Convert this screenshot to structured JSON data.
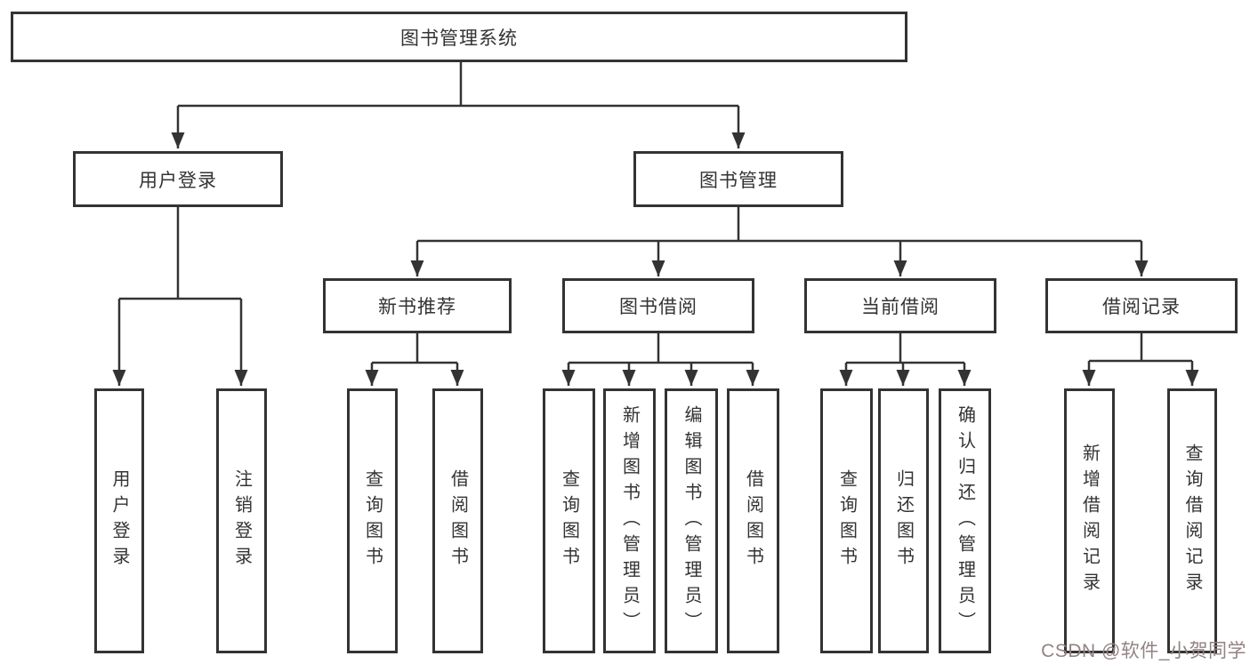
{
  "tree": {
    "root": {
      "label": "图书管理系统"
    },
    "branches": [
      {
        "label": "用户登录",
        "children": [
          {
            "label": "用户登录"
          },
          {
            "label": "注销登录"
          }
        ]
      },
      {
        "label": "图书管理",
        "children": [
          {
            "label": "新书推荐",
            "children": [
              {
                "label": "查询图书"
              },
              {
                "label": "借阅图书"
              }
            ]
          },
          {
            "label": "图书借阅",
            "children": [
              {
                "label": "查询图书"
              },
              {
                "label": "新增图书（管理员）"
              },
              {
                "label": "编辑图书（管理员）"
              },
              {
                "label": "借阅图书"
              }
            ]
          },
          {
            "label": "当前借阅",
            "children": [
              {
                "label": "查询图书"
              },
              {
                "label": "归还图书"
              },
              {
                "label": "确认归还（管理员）"
              }
            ]
          },
          {
            "label": "借阅记录",
            "children": [
              {
                "label": "新增借阅记录"
              },
              {
                "label": "查询借阅记录"
              }
            ]
          }
        ]
      }
    ]
  },
  "watermark": {
    "text": "CSDN @软件_小贺同学",
    "color": "#938282"
  },
  "colors": {
    "line": "#333333",
    "box_border": "#333333",
    "text": "#333333",
    "background": "#ffffff"
  }
}
